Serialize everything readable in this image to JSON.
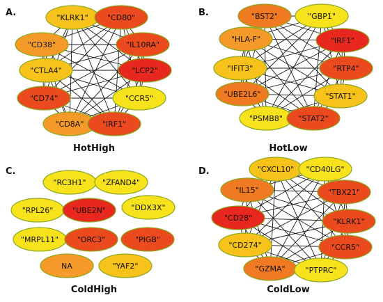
{
  "colors": {
    "red": "#e8281e",
    "red_orange": "#ea4a1e",
    "orange": "#f07a22",
    "light_orange": "#f59a28",
    "yellow_orange": "#f7c21a",
    "yellow": "#f7e21c",
    "node_border": "#8aa81e"
  },
  "panels": [
    {
      "id": "A",
      "letter": "A.",
      "title": "HotHigh",
      "nodes": [
        {
          "id": "KLRK1",
          "label": "\"KLRK1\"",
          "color": "yellow_orange"
        },
        {
          "id": "CD80",
          "label": "\"CD80\"",
          "color": "red_orange"
        },
        {
          "id": "CD38",
          "label": "\"CD38\"",
          "color": "light_orange"
        },
        {
          "id": "IL10RA",
          "label": "\"IL10RA\"",
          "color": "red_orange"
        },
        {
          "id": "CTLA4",
          "label": "\"CTLA4\"",
          "color": "yellow_orange"
        },
        {
          "id": "LCP2",
          "label": "\"LCP2\"",
          "color": "red"
        },
        {
          "id": "CD74",
          "label": "\"CD74\"",
          "color": "red_orange"
        },
        {
          "id": "CCR5",
          "label": "\"CCR5\"",
          "color": "yellow"
        },
        {
          "id": "CD8A",
          "label": "\"CD8A\"",
          "color": "light_orange"
        },
        {
          "id": "IRF1",
          "label": "\"IRF1\"",
          "color": "red_orange"
        }
      ]
    },
    {
      "id": "B",
      "letter": "B.",
      "title": "HotLow",
      "nodes": [
        {
          "id": "BST2",
          "label": "\"BST2\"",
          "color": "orange"
        },
        {
          "id": "GBP1",
          "label": "\"GBP1\"",
          "color": "yellow"
        },
        {
          "id": "HLA-F",
          "label": "\"HLA-F\"",
          "color": "light_orange"
        },
        {
          "id": "IRF1",
          "label": "\"IRF1\"",
          "color": "red"
        },
        {
          "id": "IFIT3",
          "label": "\"IFIT3\"",
          "color": "yellow_orange"
        },
        {
          "id": "RTP4",
          "label": "\"RTP4\"",
          "color": "red_orange"
        },
        {
          "id": "UBE2L6",
          "label": "\"UBE2L6\"",
          "color": "orange"
        },
        {
          "id": "STAT1",
          "label": "\"STAT1\"",
          "color": "yellow_orange"
        },
        {
          "id": "PSMB8",
          "label": "\"PSMB8\"",
          "color": "yellow"
        },
        {
          "id": "STAT2",
          "label": "\"STAT2\"",
          "color": "red_orange"
        }
      ]
    },
    {
      "id": "C",
      "letter": "C.",
      "title": "ColdHigh",
      "nodes": [
        {
          "id": "RC3H1",
          "label": "\"RC3H1\"",
          "color": "yellow"
        },
        {
          "id": "ZFAND4",
          "label": "\"ZFAND4\"",
          "color": "yellow"
        },
        {
          "id": "RPL26",
          "label": "\"RPL26\"",
          "color": "yellow"
        },
        {
          "id": "UBE2N",
          "label": "\"UBE2N\"",
          "color": "red"
        },
        {
          "id": "DDX3X",
          "label": "\"DDX3X\"",
          "color": "yellow"
        },
        {
          "id": "MRPL11",
          "label": "\"MRPL11\"",
          "color": "yellow"
        },
        {
          "id": "ORC3",
          "label": "\"ORC3\"",
          "color": "red_orange"
        },
        {
          "id": "PIGB",
          "label": "\"PIGB\"",
          "color": "red_orange"
        },
        {
          "id": "NA",
          "label": "NA",
          "color": "light_orange"
        },
        {
          "id": "YAF2",
          "label": "\"YAF2\"",
          "color": "yellow_orange"
        }
      ]
    },
    {
      "id": "D",
      "letter": "D.",
      "title": "ColdLow",
      "nodes": [
        {
          "id": "CXCL10",
          "label": "\"CXCL10\"",
          "color": "yellow_orange"
        },
        {
          "id": "CD40LG",
          "label": "\"CD40LG\"",
          "color": "yellow"
        },
        {
          "id": "IL15",
          "label": "\"IL15\"",
          "color": "orange"
        },
        {
          "id": "TBX21",
          "label": "\"TBX21\"",
          "color": "red_orange"
        },
        {
          "id": "CD28",
          "label": "\"CD28\"",
          "color": "red"
        },
        {
          "id": "KLRK1",
          "label": "\"KLRK1\"",
          "color": "red_orange"
        },
        {
          "id": "CD274",
          "label": "\"CD274\"",
          "color": "yellow_orange"
        },
        {
          "id": "CCR5",
          "label": "\"CCR5\"",
          "color": "red_orange"
        },
        {
          "id": "GZMA",
          "label": "\"GZMA\"",
          "color": "orange"
        },
        {
          "id": "PTPRC",
          "label": "\"PTPRC\"",
          "color": "yellow"
        }
      ]
    }
  ]
}
